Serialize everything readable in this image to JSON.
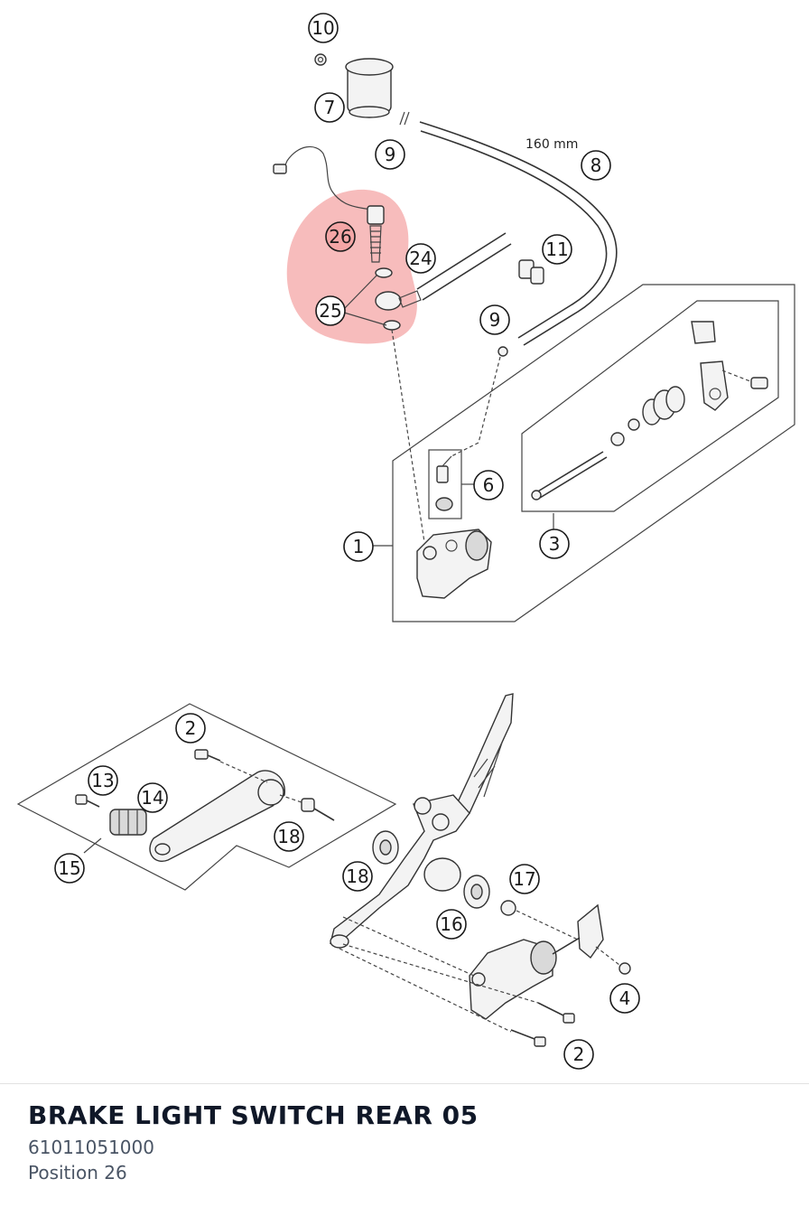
{
  "diagram": {
    "highlight_color": "#f4a6a6",
    "dimension_label": "160 mm",
    "callouts": [
      {
        "id": "c10",
        "label": "10",
        "highlighted": false
      },
      {
        "id": "c7",
        "label": "7",
        "highlighted": false
      },
      {
        "id": "c9a",
        "label": "9",
        "highlighted": false
      },
      {
        "id": "c8",
        "label": "8",
        "highlighted": false
      },
      {
        "id": "c26",
        "label": "26",
        "highlighted": true
      },
      {
        "id": "c24",
        "label": "24",
        "highlighted": false
      },
      {
        "id": "c11",
        "label": "11",
        "highlighted": false
      },
      {
        "id": "c25",
        "label": "25",
        "highlighted": false
      },
      {
        "id": "c9b",
        "label": "9",
        "highlighted": false
      },
      {
        "id": "c6",
        "label": "6",
        "highlighted": false
      },
      {
        "id": "c1",
        "label": "1",
        "highlighted": false
      },
      {
        "id": "c3",
        "label": "3",
        "highlighted": false
      },
      {
        "id": "c2a",
        "label": "2",
        "highlighted": false
      },
      {
        "id": "c13",
        "label": "13",
        "highlighted": false
      },
      {
        "id": "c14",
        "label": "14",
        "highlighted": false
      },
      {
        "id": "c18a",
        "label": "18",
        "highlighted": false
      },
      {
        "id": "c15",
        "label": "15",
        "highlighted": false
      },
      {
        "id": "c18b",
        "label": "18",
        "highlighted": false
      },
      {
        "id": "c17",
        "label": "17",
        "highlighted": false
      },
      {
        "id": "c16",
        "label": "16",
        "highlighted": false
      },
      {
        "id": "c4",
        "label": "4",
        "highlighted": false
      },
      {
        "id": "c2b",
        "label": "2",
        "highlighted": false
      }
    ]
  },
  "part": {
    "title": "BRAKE LIGHT SWITCH REAR 05",
    "number": "61011051000",
    "position": "Position 26"
  }
}
